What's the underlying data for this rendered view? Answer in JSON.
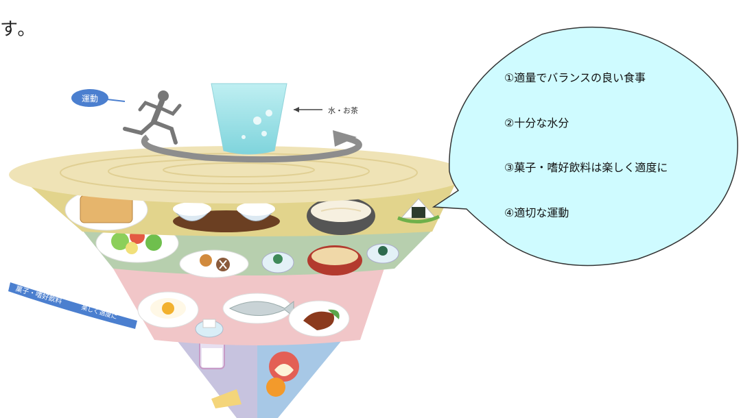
{
  "heading_fragment": "す。",
  "labels": {
    "exercise": "運動",
    "water_tea": "水・お茶",
    "snacks": "菓子・嗜好飲料",
    "enjoy_moderately": "楽しく適度に"
  },
  "bubble": {
    "items": [
      "①適量でバランスの良い食事",
      "②十分な水分",
      "③菓子・嗜好飲料は楽しく適度に",
      "④適切な運動"
    ]
  },
  "colors": {
    "top_disc": "#efe3b6",
    "grain_band": "#e2d48c",
    "vegetable_band": "#b7cfae",
    "protein_band": "#f1c6c8",
    "dairy_band": "#c7c3df",
    "fruit_band": "#a7c8e6",
    "bubble_fill": "#cffbff",
    "exercise_badge": "#4b7fcf"
  }
}
